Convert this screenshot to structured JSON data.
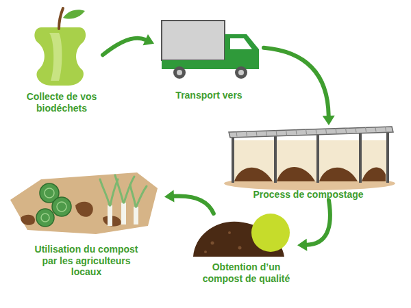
{
  "diagram": {
    "nodes": [
      {
        "text": [
          "Collecte de vos biodéchets"
        ]
      },
      {
        "text": [
          "Transport vers"
        ]
      },
      {
        "text": [
          "Process de compostage"
        ]
      },
      {
        "text": [
          "Obtention d’un compost de qualité"
        ]
      },
      {
        "text": [
          "Utilisation du compost par les agriculteurs locaux"
        ]
      }
    ],
    "edges": [
      {
        "from": 0,
        "to": 1,
        "arrow": "to"
      },
      {
        "from": 1,
        "to": 2,
        "arrow": "to"
      },
      {
        "from": 2,
        "to": 3,
        "arrow": "to"
      },
      {
        "from": 3,
        "to": 4,
        "arrow": "to"
      }
    ]
  }
}
